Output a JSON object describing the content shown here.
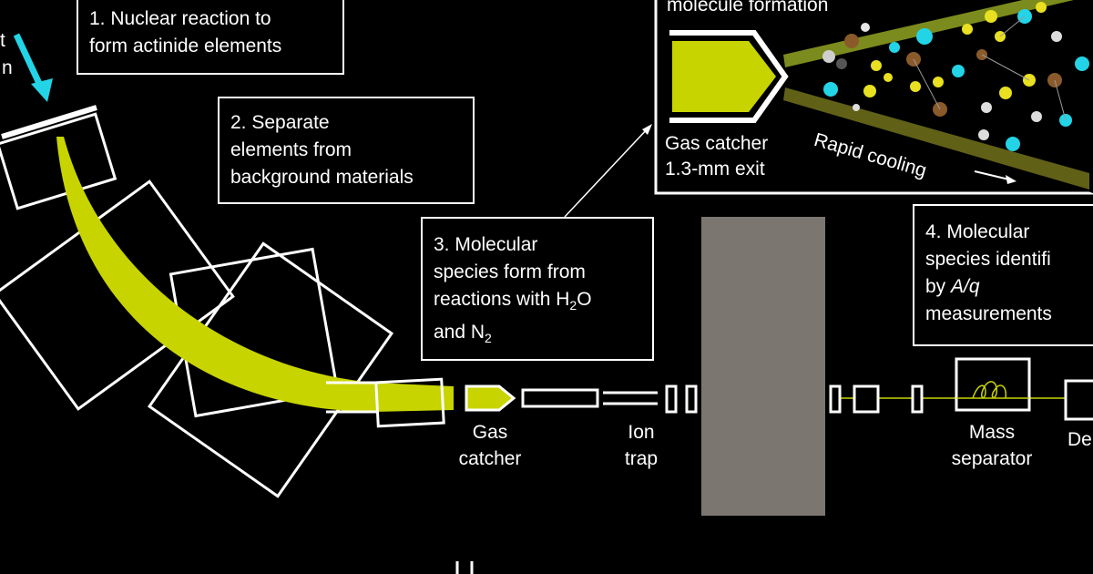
{
  "colors": {
    "background": "#000000",
    "beam": "#c8d400",
    "arrow_cyan": "#22d4e6",
    "wall_gray": "#7b7670",
    "stroke": "#ffffff"
  },
  "top_left_fragment": [
    "t",
    "n"
  ],
  "step1": {
    "line1": "1. Nuclear reaction to",
    "line2": "form actinide elements"
  },
  "step2": {
    "line1": "2. Separate",
    "line2": "elements from",
    "line3": "background materials"
  },
  "step3": {
    "line1": "3. Molecular",
    "line2": "species form from",
    "line3_pre": "reactions with H",
    "line3_sub": "2",
    "line3_post": "O",
    "line4_pre": "and N",
    "line4_sub": "2"
  },
  "step4": {
    "line1": "4. Molecular",
    "line2": "species identifi",
    "line3_pre": "by ",
    "line3_italic": "A/q",
    "line4": "measurements"
  },
  "inset": {
    "title_partial": "molecule formation",
    "catcher_label_line1": "Gas catcher",
    "catcher_label_line2": "1.3-mm exit",
    "cooling_label": "Rapid cooling"
  },
  "component_labels": {
    "gas_catcher_line1": "Gas",
    "gas_catcher_line2": "catcher",
    "ion_trap_line1": "Ion",
    "ion_trap_line2": "trap",
    "mass_separator_line1": "Mass",
    "mass_separator_line2": "separator",
    "detector_partial": "De"
  },
  "bottom_fragment": "H"
}
